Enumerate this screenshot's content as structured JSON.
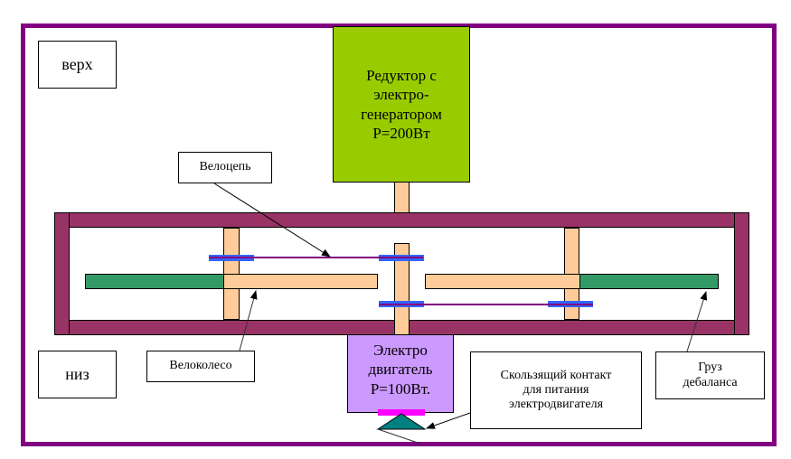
{
  "diagram": {
    "labels": {
      "top": "верх",
      "bottom": "низ",
      "chain": "Велоцепь",
      "wheel": "Велоколесо",
      "contact": "Скользящий контакт\nдля питания\nэлектродвигателя",
      "weight": "Груз\nдебаланса"
    },
    "generator": {
      "text": "Редуктор с\nэлектро-\nгенератором\nP=200Вт",
      "color": "#99cc00"
    },
    "motor": {
      "text": "Электро\nдвигатель\nP=100Вт.",
      "color": "#cc99ff"
    },
    "colors": {
      "border": "#800080",
      "frame": "#993366",
      "shaft": "#ffcc99",
      "weight": "#339966",
      "bearing": "#3366ff",
      "chain": "#800080",
      "contact_strip": "#ff00ff",
      "contact_triangle": "#008080"
    }
  }
}
